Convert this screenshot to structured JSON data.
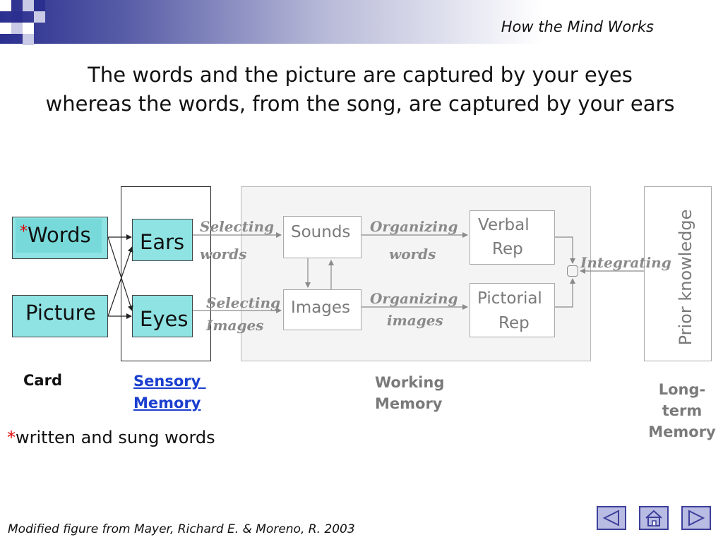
{
  "header": {
    "title": "How the Mind Works"
  },
  "slide": {
    "title": "The words and the picture are captured by your eyes whereas the words, from the song, are captured by your ears"
  },
  "diagram": {
    "inputs": {
      "words_asterisk": "*",
      "words": "Words",
      "picture": "Picture"
    },
    "sensory": {
      "ears": "Ears",
      "eyes": "Eyes"
    },
    "process_labels": {
      "selecting_words_1": "Selecting",
      "selecting_words_2": "words",
      "selecting_images_1": "Selecting",
      "selecting_images_2": "Images",
      "organizing_words_1": "Organizing",
      "organizing_words_2": "words",
      "organizing_images_1": "Organizing",
      "organizing_images_2": "images",
      "integrating": "Integrating"
    },
    "working": {
      "sounds": "Sounds",
      "images": "Images",
      "verbal_1": "Verbal",
      "verbal_2": "Rep",
      "pictorial_1": "Pictorial",
      "pictorial_2": "Rep"
    },
    "prior_knowledge": "Prior knowledge"
  },
  "captions": {
    "card": "Card",
    "sensory_1": "Sensory ",
    "sensory_2": "Memory",
    "working_1": "Working",
    "working_2": "Memory",
    "longterm_1": "Long-",
    "longterm_2": "term",
    "longterm_3": "Memory"
  },
  "footnote": {
    "asterisk": "*",
    "text": "written and sung words"
  },
  "source": "Modified figure from Mayer, Richard E. & Moreno, R. 2003",
  "colors": {
    "accent_navy": "#2b2f8f",
    "cyan_box": "#8fe3e3",
    "asterisk_red": "#e00000",
    "link_blue": "#1a3fcf"
  },
  "nav": {
    "back_icon": "triangle-left-icon",
    "home_icon": "home-icon",
    "forward_icon": "triangle-right-icon"
  }
}
